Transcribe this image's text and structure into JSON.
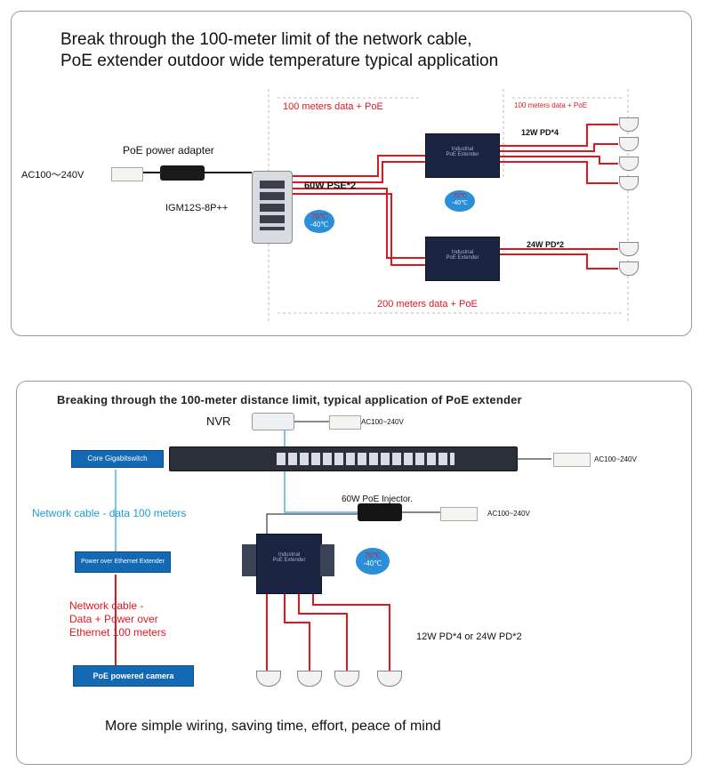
{
  "panel1": {
    "title_line1": "Break through the 100-meter limit of the network cable,",
    "title_line2": "PoE extender outdoor wide temperature typical application",
    "power_adapter_label": "PoE power adapter",
    "ac_label": "AC100～240V",
    "switch_model": "IGM12S-8P++",
    "pse_label": "60W PSE*2",
    "dist_top_left": "100 meters data + PoE",
    "dist_top_right": "100 meters data + PoE",
    "dist_bottom": "200 meters data + PoE",
    "pd_top": "12W PD*4",
    "pd_bottom": "24W PD*2",
    "temp_hot": "70℃",
    "temp_cold": "-40℃",
    "extender_line1": "Industrial",
    "extender_line2": "PoE Extender"
  },
  "panel2": {
    "title": "Breaking through the 100-meter distance limit, typical application of PoE extender",
    "nvr_label": "NVR",
    "ac_nvr": "AC100~240V",
    "ac_switch": "AC100~240V",
    "ac_injector": "AC100~240V",
    "core_switch": "Core Gigabitswitch",
    "network_cable_label": "Network cable - data 100 meters",
    "extender_box": "Power over Ethernet Extender",
    "red_label_line1": "Network cable -",
    "red_label_line2": "Data + Power over",
    "red_label_line3": "Ethernet 100 meters",
    "camera_box": "PoE powered camera",
    "injector_label": "60W PoE Injector.",
    "pd_label": "12W PD*4 or 24W PD*2",
    "temp_hot": "70℃",
    "temp_cold": "-40℃",
    "extender_line1": "Industrial",
    "extender_line2": "PoE Extender",
    "footer": "More simple wiring, saving time, effort, peace of mind"
  },
  "colors": {
    "cable_red": "#e0161f",
    "cable_blue": "#4fb3e8",
    "device_dark": "#1b2440",
    "badge_blue": "#1469b4"
  }
}
